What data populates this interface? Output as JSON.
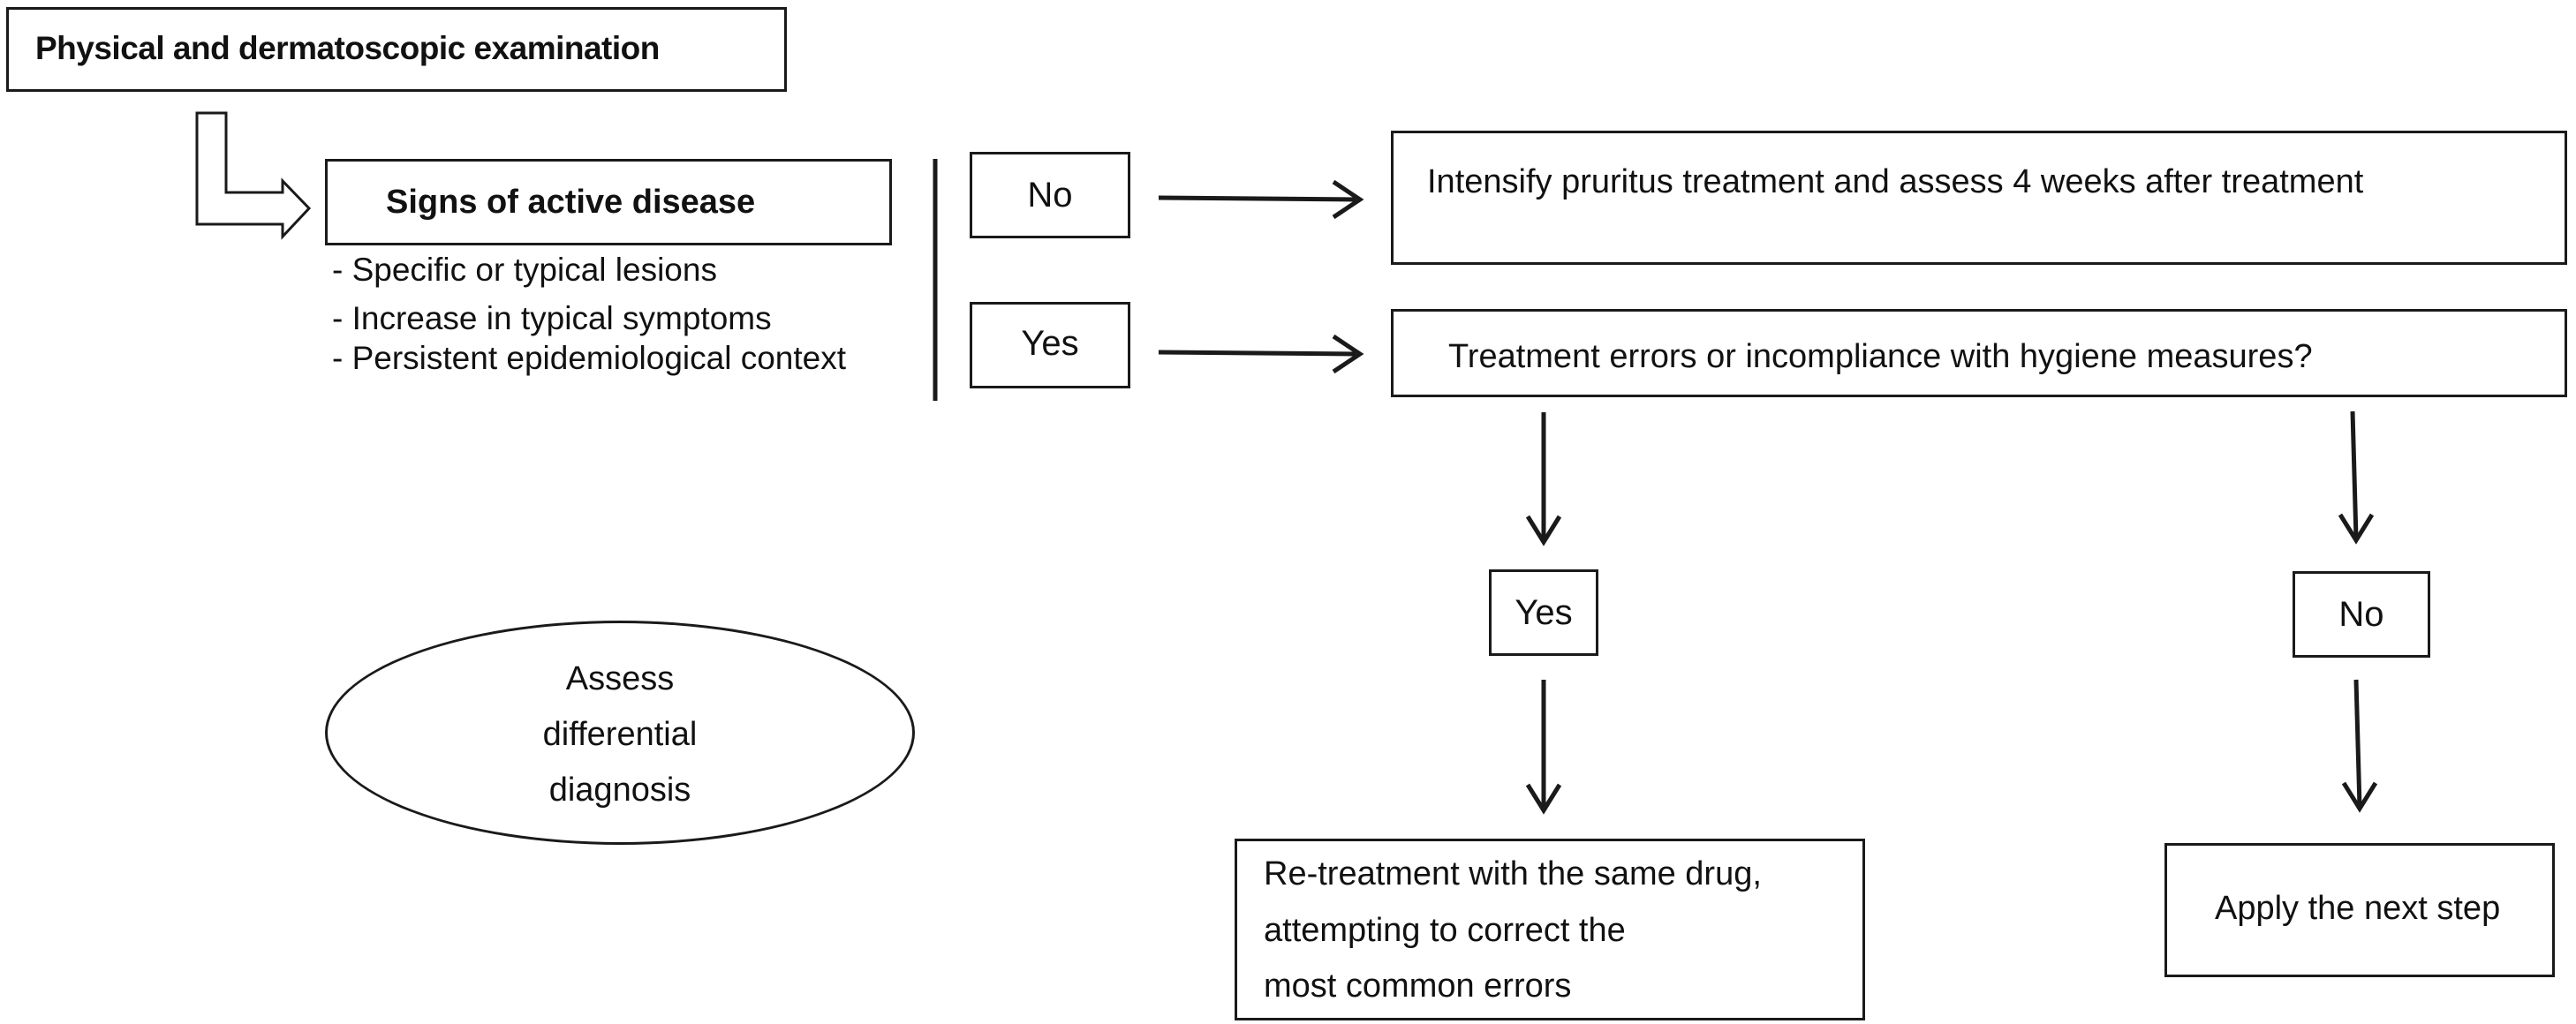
{
  "title": "Physical and dermatoscopic examination",
  "signs": {
    "heading": "Signs of active disease",
    "bullets": [
      "- Specific or typical lesions",
      "-  Increase in typical symptoms",
      "- Persistent epidemiological context"
    ]
  },
  "branch_no": "No",
  "branch_yes": "Yes",
  "intensify": "Intensify pruritus treatment and assess 4 weeks after treatment",
  "question": "Treatment errors or incompliance with hygiene measures?",
  "q_yes": "Yes",
  "q_no": "No",
  "retreatment_lines": [
    "Re-treatment with the same drug,",
    "attempting to correct the",
    "most common errors"
  ],
  "next_step": "Apply the next step",
  "differential_lines": [
    "Assess",
    "differential",
    "diagnosis"
  ]
}
